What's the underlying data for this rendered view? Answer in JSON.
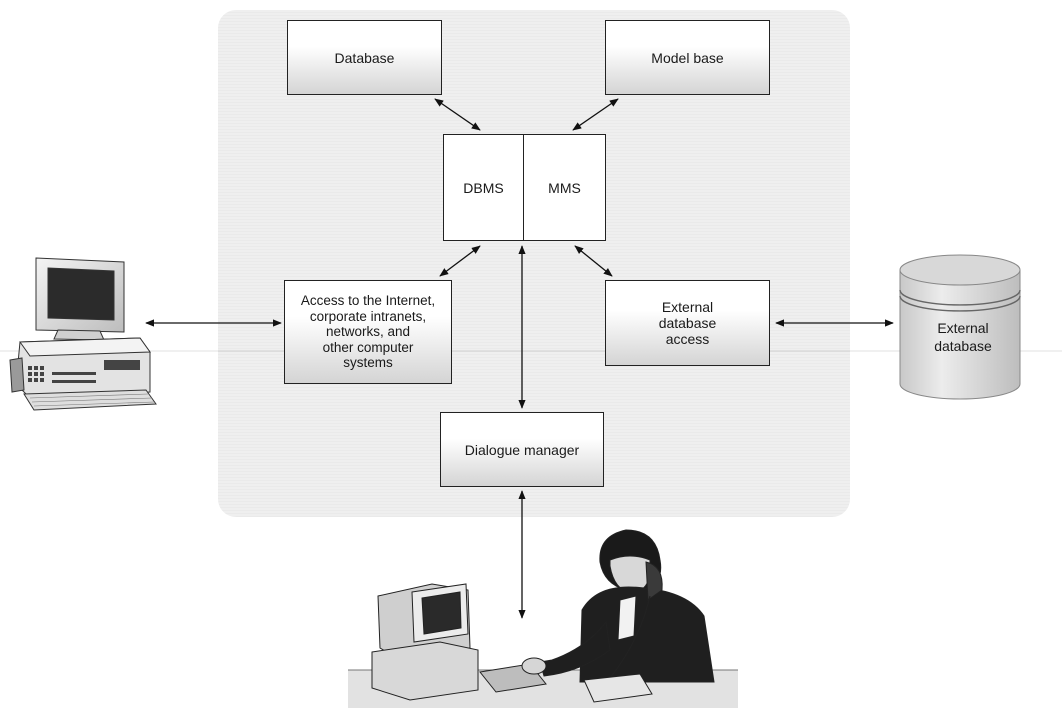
{
  "boxes": {
    "database": "Database",
    "model_base": "Model base",
    "dbms": "DBMS",
    "mms": "MMS",
    "access_internet": [
      "Access to the Internet,",
      "corporate intranets,",
      "networks, and",
      "other computer",
      "systems"
    ],
    "external_access": [
      "External",
      "database",
      "access"
    ],
    "dialogue_manager": "Dialogue manager"
  },
  "external_database": [
    "External",
    "database"
  ]
}
